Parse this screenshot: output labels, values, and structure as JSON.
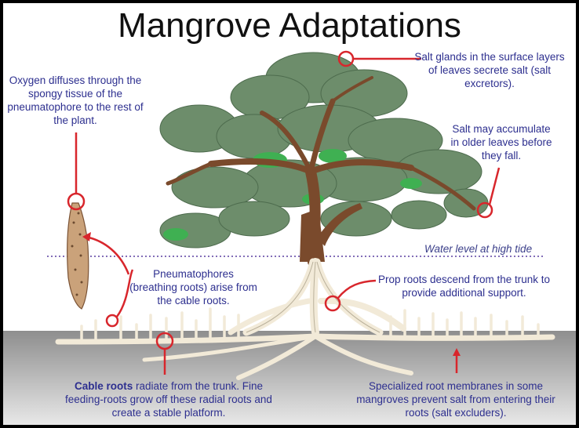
{
  "title": "Mangrove Adaptations",
  "labels": {
    "oxygen": "Oxygen diffuses through the spongy tissue of the pneumatophore to the rest of the plant.",
    "salt_glands": "Salt glands in the surface layers of leaves secrete salt (salt excretors).",
    "salt_accumulate": "Salt may accumulate in older leaves before they fall.",
    "water_level": "Water level at high tide",
    "pneumatophores": "Pneumatophores (breathing roots) arise from the cable roots.",
    "prop_roots": "Prop roots descend from the trunk to provide additional support.",
    "cable_roots_bold": "Cable roots",
    "cable_roots_rest": " radiate from the trunk. Fine feeding-roots grow off these radial roots and create a stable platform.",
    "membranes": "Specialized root membranes in some mangroves prevent salt from entering their roots (salt excluders)."
  },
  "colors": {
    "foliage": "#6d8d6b",
    "foliage_light": "#3fb052",
    "trunk": "#7a4a2c",
    "roots": "#f2ead8",
    "callout": "#d8262c",
    "text": "#2d2f8f",
    "water_line": "#5a3fa0"
  }
}
